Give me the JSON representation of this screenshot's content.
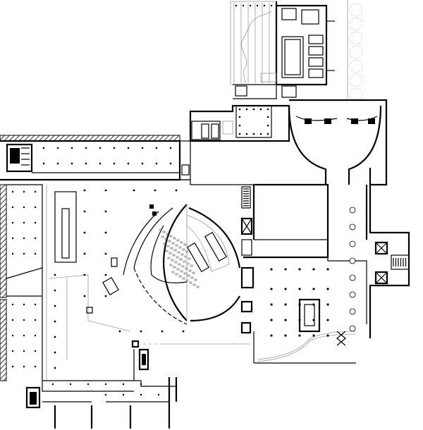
{
  "drawing": {
    "kind": "architectural-floor-plan",
    "labels": []
  },
  "colors": {
    "ink": "#000000",
    "secondary_line": "#9a9a9a",
    "landscape": "#bdbdbd",
    "paper": "#ffffff"
  },
  "elements": {
    "north_courtyard_block": "present",
    "left_hall_hatched_wall": "present",
    "central_curved_auditorium": "present",
    "east_colonnade_hall": "present",
    "east_stair_core": "present",
    "south_entrance_colonnade": "present",
    "tree_row": "present"
  }
}
